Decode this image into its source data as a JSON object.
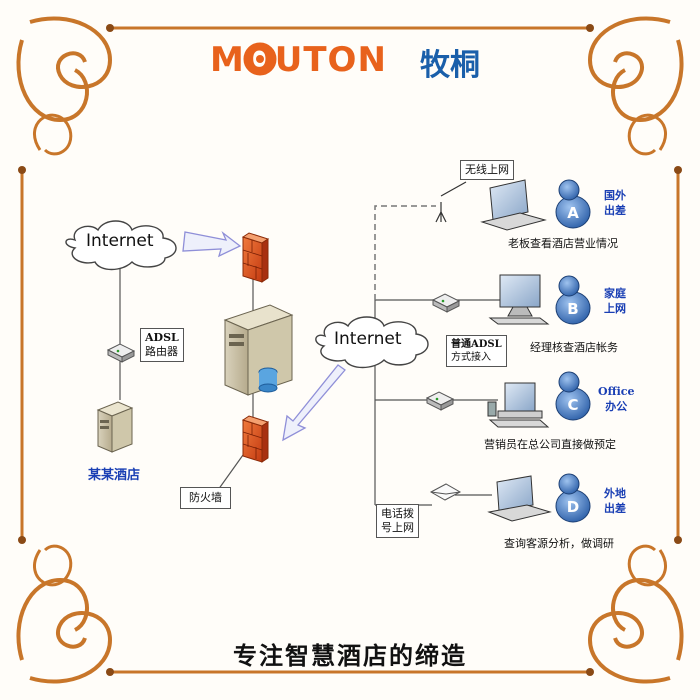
{
  "logo": {
    "brand_en": "MOUTON",
    "brand_cn": "牧桐"
  },
  "left": {
    "internet": "Internet",
    "adsl_router": {
      "line1": "ADSL",
      "line2": "路由器"
    },
    "hotel": "某某酒店",
    "firewall": "防火墙"
  },
  "right": {
    "internet": "Internet",
    "wireless": "无线上网",
    "adsl_access": {
      "line1": "普通ADSL",
      "line2": "方式接入"
    },
    "dialup": {
      "line1": "电话拨",
      "line2": "号上网"
    },
    "users": [
      {
        "letter": "A",
        "tag_line1": "国外",
        "tag_line2": "出差",
        "caption": "老板查看酒店营业情况"
      },
      {
        "letter": "B",
        "tag_line1": "家庭",
        "tag_line2": "上网",
        "caption": "经理核查酒店帐务"
      },
      {
        "letter": "C",
        "tag_line1": "Office",
        "tag_line2": "办公",
        "caption": "营销员在总公司直接做预定"
      },
      {
        "letter": "D",
        "tag_line1": "外地",
        "tag_line2": "出差",
        "caption": "查询客源分析，做调研"
      }
    ]
  },
  "slogan": "专注智慧酒店的缔造",
  "colors": {
    "brand_orange": "#e8621c",
    "brand_blue": "#1a5faa",
    "user_blue": "#1a3fb4",
    "ornament": "#c8762a"
  }
}
